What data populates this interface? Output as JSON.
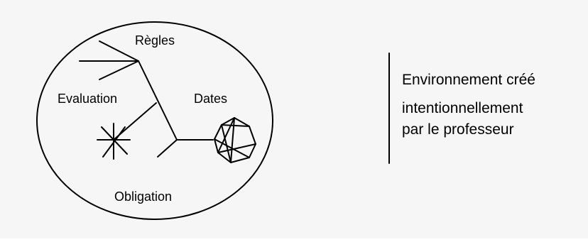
{
  "diagram": {
    "labels": {
      "regles": "Règles",
      "evaluation": "Evaluation",
      "dates": "Dates",
      "obligation": "Obligation"
    },
    "caption": {
      "line1": "Environnement créé",
      "line2": "intentionnellement",
      "line3": "par le professeur"
    }
  },
  "colors": {
    "background": "#f6f6f6",
    "stroke": "#000000",
    "text": "#000000"
  }
}
